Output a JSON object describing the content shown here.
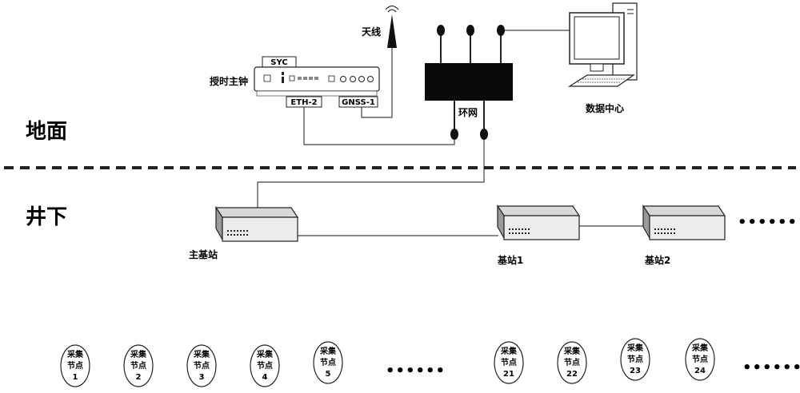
{
  "zones": {
    "surface": "地面",
    "underground": "井下"
  },
  "surface": {
    "antenna": "天线",
    "clock": "授时主钟",
    "syc": "SYC",
    "eth": "ETH-2",
    "gnss": "GNSS-1",
    "ring": "环网",
    "datacenter": "数据中心"
  },
  "stations": {
    "main": "主基站",
    "s1": "基站1",
    "s2": "基站2",
    "ellipsis": "••••••"
  },
  "nodes": {
    "line1": "采集",
    "line2": "节点",
    "n1": "1",
    "n2": "2",
    "n3": "3",
    "n4": "4",
    "n5": "5",
    "n21": "21",
    "n22": "22",
    "n23": "23",
    "n24": "24",
    "ellipsis": "••••••"
  }
}
